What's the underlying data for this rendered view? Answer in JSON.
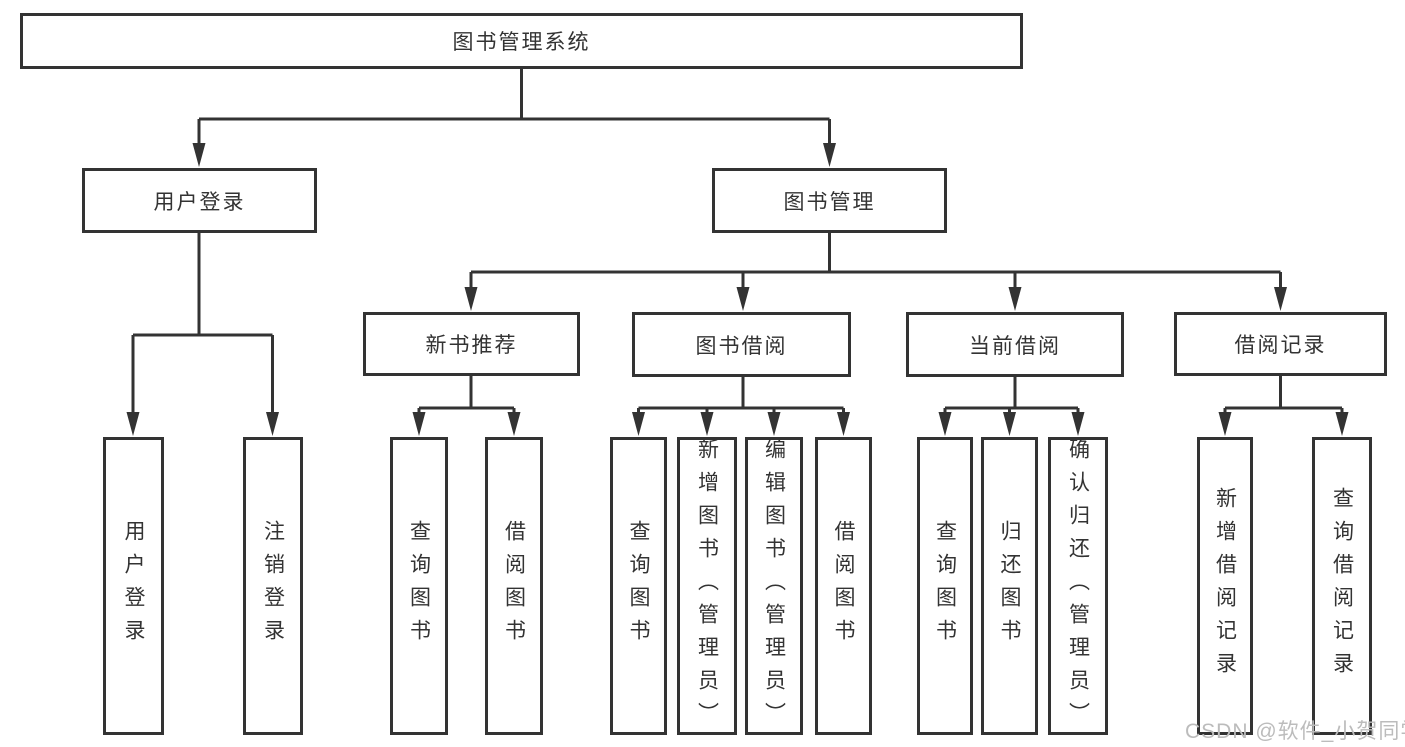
{
  "tree": {
    "root": {
      "label": "图书管理系统"
    },
    "branches": [
      {
        "label": "用户登录",
        "children": [
          {
            "label": "用户登录"
          },
          {
            "label": "注销登录"
          }
        ]
      },
      {
        "label": "图书管理",
        "children": [
          {
            "label": "新书推荐",
            "children": [
              {
                "label": "查询图书"
              },
              {
                "label": "借阅图书"
              }
            ]
          },
          {
            "label": "图书借阅",
            "children": [
              {
                "label": "查询图书"
              },
              {
                "label": "新增图书（管理员）"
              },
              {
                "label": "编辑图书（管理员）"
              },
              {
                "label": "借阅图书"
              }
            ]
          },
          {
            "label": "当前借阅",
            "children": [
              {
                "label": "查询图书"
              },
              {
                "label": "归还图书"
              },
              {
                "label": "确认归还（管理员）"
              }
            ]
          },
          {
            "label": "借阅记录",
            "children": [
              {
                "label": "新增借阅记录"
              },
              {
                "label": "查询借阅记录"
              }
            ]
          }
        ]
      }
    ]
  },
  "watermark": {
    "text": "CSDN @软件_小贺同学"
  },
  "colors": {
    "line": "#333333",
    "text": "#333333",
    "watermark": "#bcbcbc",
    "background": "#ffffff"
  }
}
